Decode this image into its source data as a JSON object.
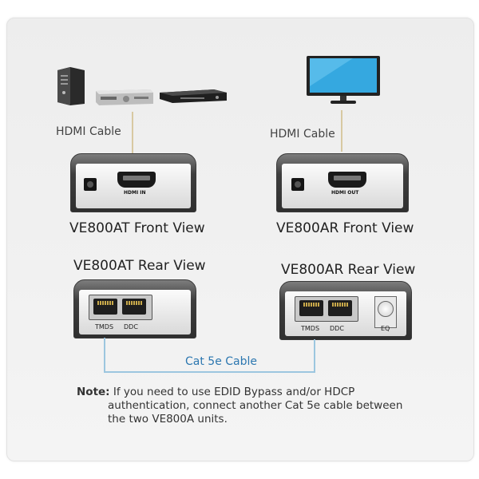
{
  "left": {
    "cable_label": "HDMI Cable",
    "front_title": "VE800AT Front View",
    "front_port_label": "HDMI IN",
    "rear_title": "VE800AT Rear View",
    "rear_ports": [
      "TMDS",
      "DDC"
    ]
  },
  "right": {
    "cable_label": "HDMI Cable",
    "front_title": "VE800AR Front View",
    "front_port_label": "HDMI OUT",
    "rear_title": "VE800AR Rear View",
    "rear_ports": [
      "TMDS",
      "DDC"
    ],
    "eq_label": "EQ"
  },
  "cat_cable_label": "Cat 5e Cable",
  "note": {
    "prefix": "Note:",
    "line1": "If you need to use EDID Bypass and/or HDCP",
    "line2": "authentication, connect another Cat 5e cable between",
    "line3": "the two VE800A units."
  },
  "icons": [
    "pc-tower-icon",
    "av-receiver-icon",
    "dvd-player-icon",
    "tv-monitor-icon"
  ]
}
